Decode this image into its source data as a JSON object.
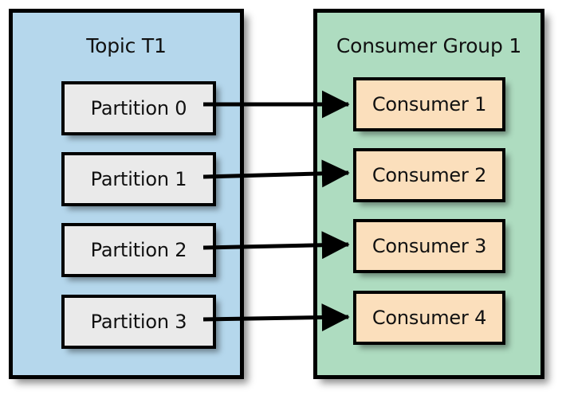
{
  "diagram": {
    "type": "kafka-consumer-group-assignment",
    "background_color": "#ffffff",
    "panels": [
      {
        "id": "topic",
        "title": "Topic T1",
        "fill": "#b5d7ec",
        "border_color": "#000000",
        "nodes": [
          {
            "label": "Partition 0",
            "fill": "#eaeaea"
          },
          {
            "label": "Partition 1",
            "fill": "#eaeaea"
          },
          {
            "label": "Partition 2",
            "fill": "#eaeaea"
          },
          {
            "label": "Partition 3",
            "fill": "#eaeaea"
          }
        ]
      },
      {
        "id": "group",
        "title": "Consumer Group 1",
        "fill": "#aedcc0",
        "border_color": "#000000",
        "nodes": [
          {
            "label": "Consumer 1",
            "fill": "#fbdfbc"
          },
          {
            "label": "Consumer 2",
            "fill": "#fbdfbc"
          },
          {
            "label": "Consumer 3",
            "fill": "#fbdfbc"
          },
          {
            "label": "Consumer 4",
            "fill": "#fbdfbc"
          }
        ]
      }
    ],
    "connections": [
      {
        "from": "Partition 0",
        "to": "Consumer 1",
        "style": "solid-arrow"
      },
      {
        "from": "Partition 1",
        "to": "Consumer 2",
        "style": "solid-arrow"
      },
      {
        "from": "Partition 2",
        "to": "Consumer 3",
        "style": "solid-arrow"
      },
      {
        "from": "Partition 3",
        "to": "Consumer 4",
        "style": "solid-arrow"
      }
    ],
    "arrow_color": "#000000"
  }
}
